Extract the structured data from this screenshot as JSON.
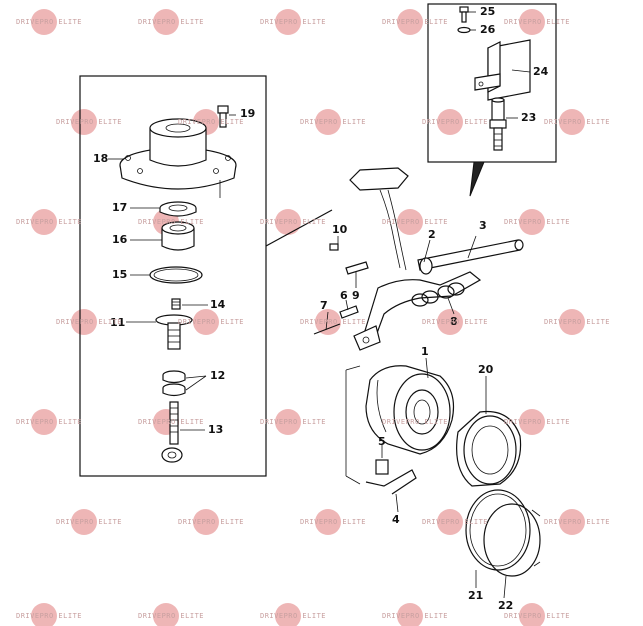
{
  "diagram": {
    "callouts": [
      "1",
      "2",
      "3",
      "4",
      "5",
      "6",
      "7",
      "8",
      "9",
      "10",
      "11",
      "12",
      "13",
      "14",
      "15",
      "16",
      "17",
      "18",
      "19",
      "20",
      "21",
      "22",
      "23",
      "24",
      "25",
      "26"
    ],
    "watermark_text": "DRIVEPRO ELITE",
    "colors": {
      "line": "#111111",
      "watermark": "#e07a7a",
      "background": "#ffffff"
    }
  }
}
